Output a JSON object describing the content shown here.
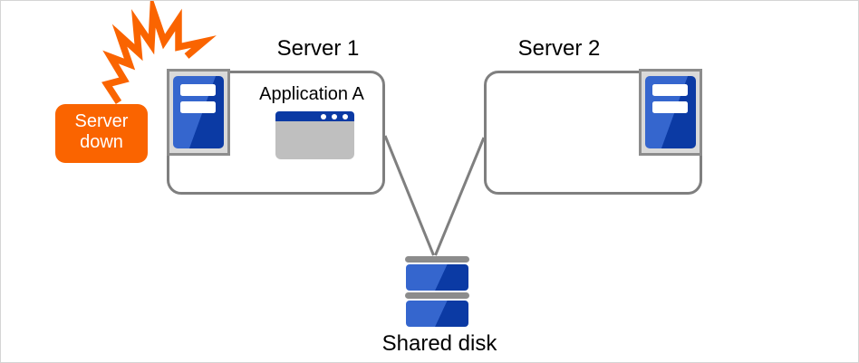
{
  "diagram": {
    "alert": {
      "label": "Server down"
    },
    "server1": {
      "label": "Server 1",
      "application_label": "Application A"
    },
    "server2": {
      "label": "Server 2"
    },
    "shared_disk": {
      "label": "Shared disk"
    }
  },
  "icons": {
    "burst": "failure-burst-icon",
    "server": "server-tower-icon",
    "window": "application-window-icon",
    "disk": "shared-disk-icon"
  },
  "colors": {
    "alert_orange": "#FA6400",
    "blue_light": "#3566CE",
    "blue_dark": "#0B3AA4",
    "connector_gray": "#7F7F7F",
    "icon_frame_gray": "#D9D9D9",
    "disk_bar_gray": "#8C8C8C",
    "window_body_gray": "#BFBFBF",
    "canvas_border": "#D5D5D5"
  }
}
